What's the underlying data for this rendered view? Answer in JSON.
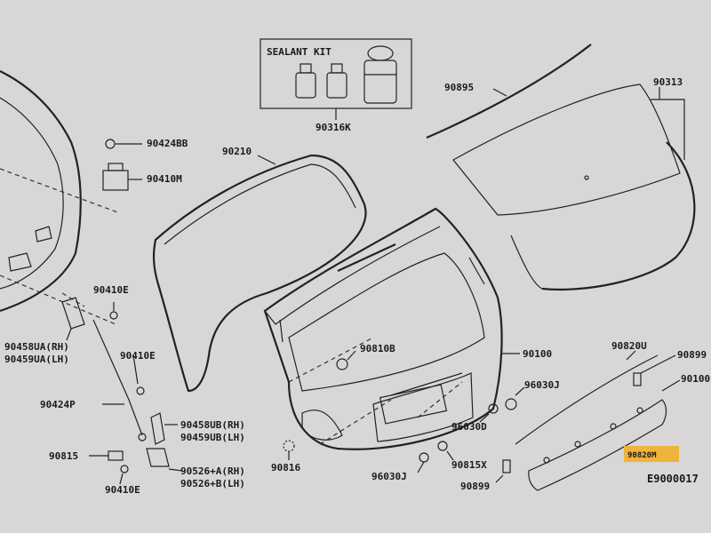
{
  "diagram": {
    "kit_title": "SEALANT KIT",
    "diagram_code": "E9000017",
    "highlight_color": "#f0b43c",
    "highlight_label": "90820M",
    "labels": {
      "l90316K": "90316K",
      "l90895": "90895",
      "l90313": "90313",
      "l90424BB": "90424BB",
      "l90410M": "90410M",
      "l90210": "90210",
      "l90410E_a": "90410E",
      "l90458UA": "90458UA(RH)",
      "l90459UA": "90459UA(LH)",
      "l90410E_b": "90410E",
      "l90424P": "90424P",
      "l90458UB": "90458UB(RH)",
      "l90459UB": "90459UB(LH)",
      "l90815": "90815",
      "l90410E_c": "90410E",
      "l90526A": "90526+A(RH)",
      "l90526B": "90526+B(LH)",
      "l90816": "90816",
      "l90810B": "90810B",
      "l90100": "90100",
      "l96030J_a": "96030J",
      "l96030D": "96030D",
      "l90815X": "90815X",
      "l96030J_b": "96030J",
      "l90899_a": "90899",
      "l90820U": "90820U",
      "l90899_b": "90899",
      "l90100_b": "90100"
    }
  }
}
